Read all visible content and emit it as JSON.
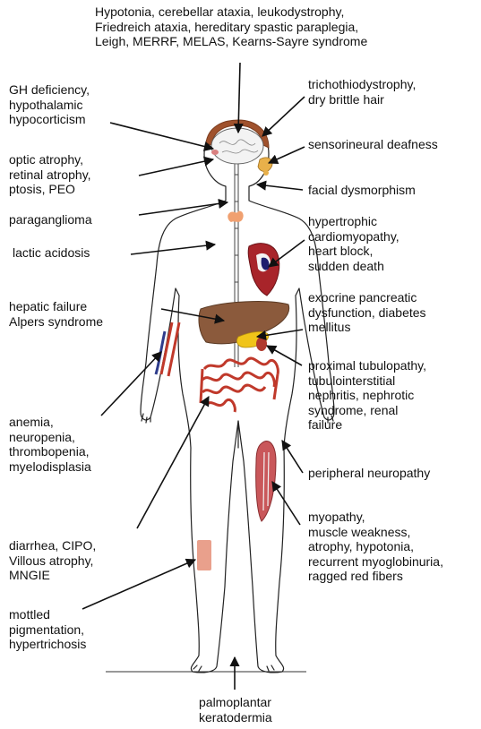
{
  "colors": {
    "text": "#111111",
    "outline": "#222222",
    "brain": "#f3f3f3",
    "brain_hood": "#a0522d",
    "ear": "#e8b04a",
    "thyroid": "#f0a070",
    "heart": "#a8242a",
    "heart_chamber": "#1e1e6e",
    "liver": "#8b5a3c",
    "gallbladder": "#f0c419",
    "kidney": "#b03a2e",
    "intestine": "#c0392b",
    "arm_vessel_red": "#c0392b",
    "arm_vessel_blue": "#2e3c8c",
    "thigh_muscle": "#c9575a",
    "skin_patch": "#e9a08c"
  },
  "labels": [
    {
      "id": "cns",
      "lines": [
        "Hypotonia, cerebellar ataxia, leukodystrophy,",
        "Friedreich ataxia, hereditary spastic paraplegia,",
        "Leigh, MERRF, MELAS, Kearns-Sayre syndrome"
      ]
    },
    {
      "id": "endocrine",
      "lines": [
        "GH deficiency,",
        "hypothalamic",
        "hypocorticism"
      ]
    },
    {
      "id": "eye",
      "lines": [
        "optic atrophy,",
        "retinal atrophy,",
        "ptosis, PEO"
      ]
    },
    {
      "id": "paraganglioma",
      "lines": [
        "paraganglioma"
      ]
    },
    {
      "id": "lactic",
      "lines": [
        "lactic acidosis"
      ]
    },
    {
      "id": "liver",
      "lines": [
        "hepatic failure",
        "Alpers syndrome"
      ]
    },
    {
      "id": "blood",
      "lines": [
        "anemia,",
        "neuropenia,",
        "thrombopenia,",
        "myelodisplasia"
      ]
    },
    {
      "id": "gi",
      "lines": [
        "diarrhea, CIPO,",
        "Villous atrophy,",
        "MNGIE"
      ]
    },
    {
      "id": "skin",
      "lines": [
        "mottled",
        "pigmentation,",
        "hypertrichosis"
      ]
    },
    {
      "id": "hair",
      "lines": [
        "trichothiodystrophy,",
        "dry brittle hair"
      ]
    },
    {
      "id": "ear",
      "lines": [
        "sensorineural deafness"
      ]
    },
    {
      "id": "face",
      "lines": [
        "facial dysmorphism"
      ]
    },
    {
      "id": "heart",
      "lines": [
        "hypertrophic",
        "cardiomyopathy,",
        "heart block,",
        "sudden death"
      ]
    },
    {
      "id": "pancreas",
      "lines": [
        "exocrine pancreatic",
        "dysfunction, diabetes",
        "mellitus"
      ]
    },
    {
      "id": "kidney",
      "lines": [
        "proximal tubulopathy,",
        "tubulointerstitial",
        "nephritis, nephrotic",
        "syndrome, renal",
        "failure"
      ]
    },
    {
      "id": "nerve",
      "lines": [
        "peripheral neuropathy"
      ]
    },
    {
      "id": "muscle",
      "lines": [
        "myopathy,",
        "muscle weakness,",
        "atrophy, hypotonia,",
        "recurrent myoglobinuria,",
        "ragged red fibers"
      ]
    },
    {
      "id": "sole",
      "lines": [
        "palmoplantar",
        "keratodermia"
      ]
    }
  ]
}
